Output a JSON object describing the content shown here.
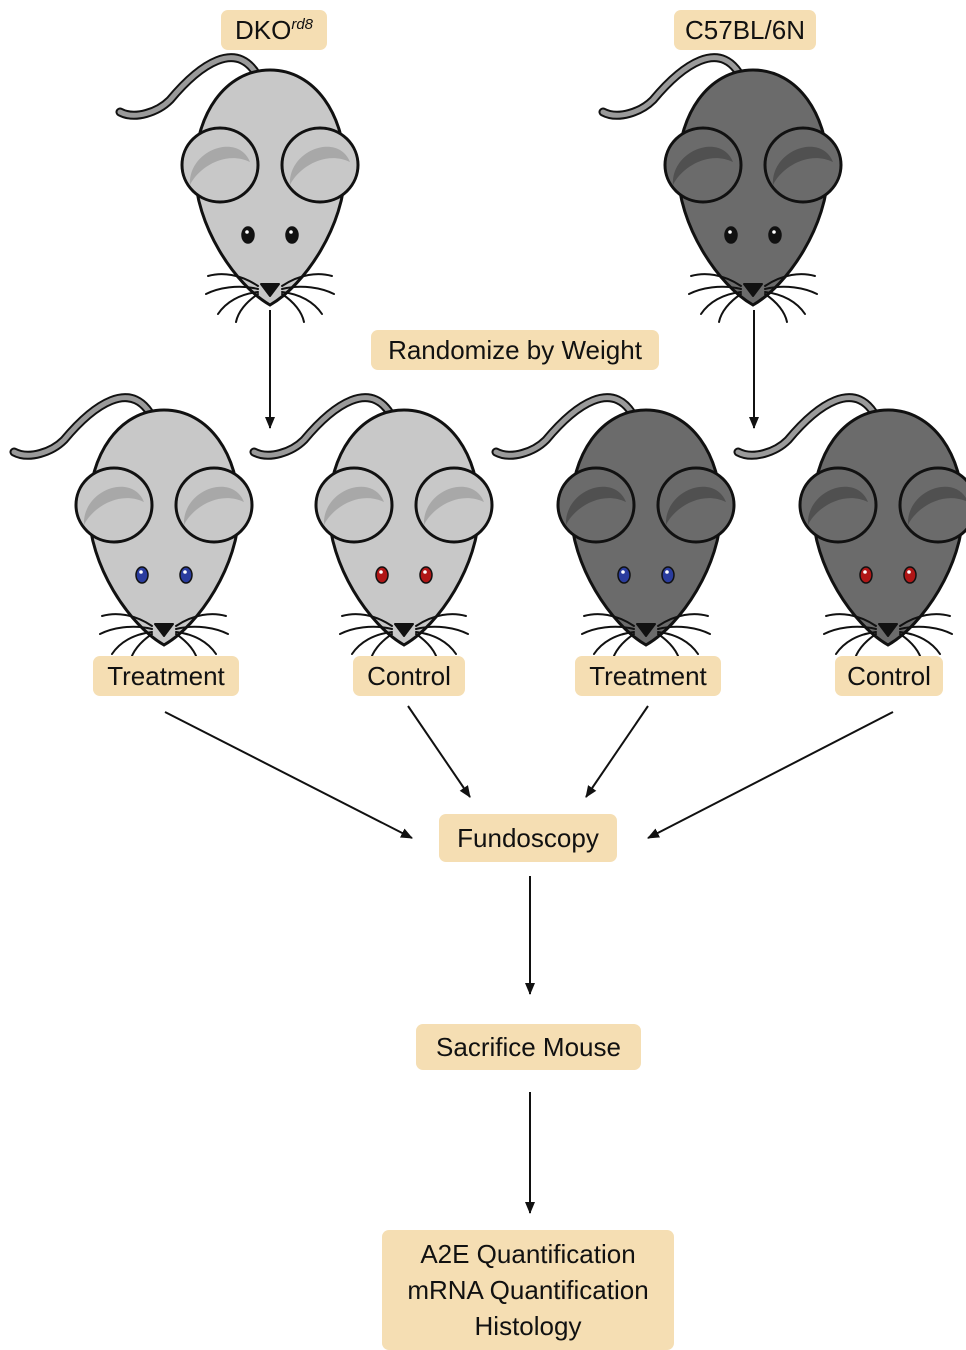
{
  "strains": {
    "dko": {
      "base": "DKO",
      "sup": "rd8",
      "fur": "#c8c8c8",
      "ear_inner": "#a8a8a8"
    },
    "c57": {
      "label": "C57BL/6N",
      "fur": "#6b6b6b",
      "ear_inner": "#505050"
    }
  },
  "randomize_label": "Randomize by Weight",
  "groups": [
    {
      "label": "Treatment",
      "strain": "dko",
      "eye_color": "#2a3c9e"
    },
    {
      "label": "Control",
      "strain": "dko",
      "eye_color": "#b01616"
    },
    {
      "label": "Treatment",
      "strain": "c57",
      "eye_color": "#2a3c9e"
    },
    {
      "label": "Control",
      "strain": "c57",
      "eye_color": "#b01616"
    }
  ],
  "steps": {
    "fundoscopy": "Fundoscopy",
    "sacrifice": "Sacrifice Mouse",
    "outcomes": [
      "A2E Quantification",
      "mRNA Quantification",
      "Histology"
    ]
  },
  "colors": {
    "label_bg": "#f5deb3",
    "arrow": "#111111",
    "outline": "#111111",
    "tail": "#9a9a9a"
  }
}
